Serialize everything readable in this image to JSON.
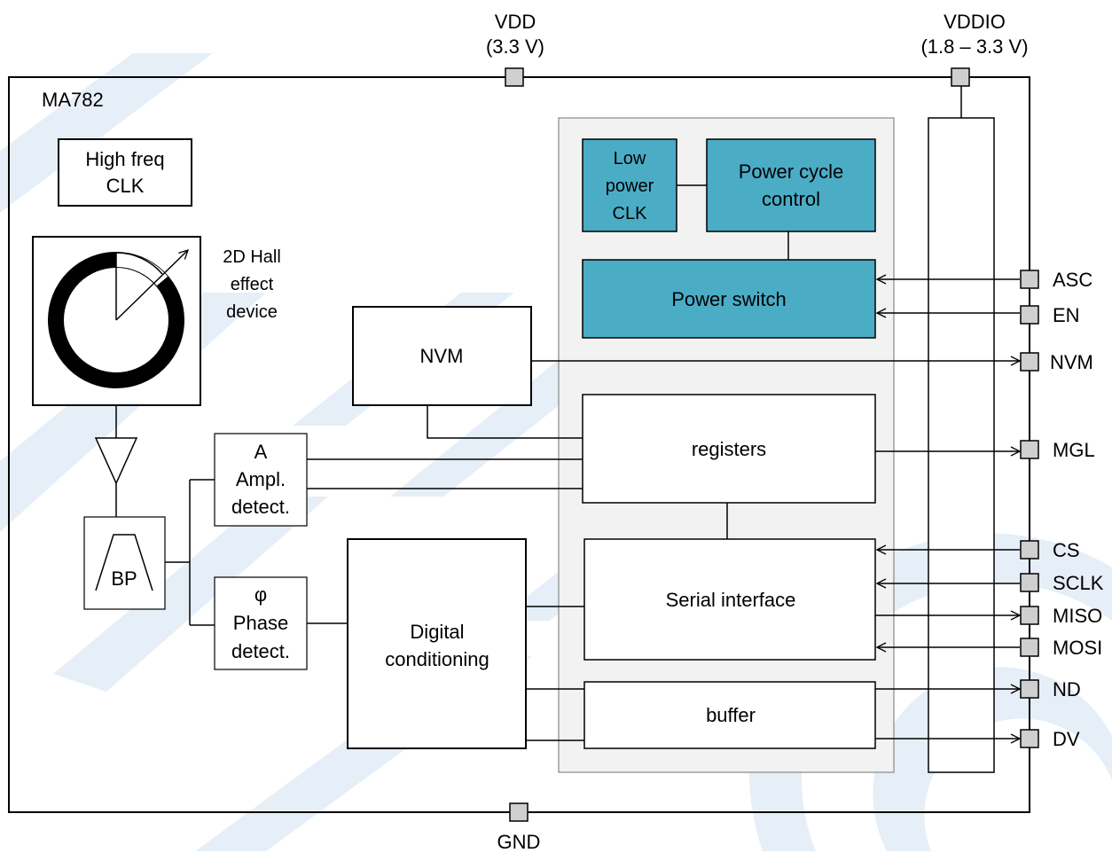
{
  "chip": {
    "name": "MA782"
  },
  "supplies": {
    "vdd": {
      "label": "VDD",
      "value": "(3.3 V)"
    },
    "vddio": {
      "label": "VDDIO",
      "value": "(1.8 – 3.3 V)"
    },
    "gnd": {
      "label": "GND"
    }
  },
  "blocks": {
    "hf_clk": [
      "High freq",
      "CLK"
    ],
    "hall": [
      "2D Hall",
      "effect",
      "device"
    ],
    "bp": "BP",
    "ampl": [
      "A",
      "Ampl.",
      "detect."
    ],
    "phase": [
      "φ",
      "Phase",
      "detect."
    ],
    "nvm": "NVM",
    "digital": [
      "Digital",
      "conditioning"
    ],
    "low_power_clk": [
      "Low",
      "power",
      "CLK"
    ],
    "power_cycle": [
      "Power cycle",
      "control"
    ],
    "power_switch": "Power switch",
    "registers": "registers",
    "serial": "Serial interface",
    "buffer": "buffer"
  },
  "pins": [
    "ASC",
    "EN",
    "NVM",
    "MGL",
    "CS",
    "SCLK",
    "MISO",
    "MOSI",
    "ND",
    "DV"
  ],
  "colors": {
    "teal": "#4bacc6",
    "panel": "#f2f2f2",
    "pad": "#cfcfcf",
    "watermark": "#dce8f5"
  }
}
